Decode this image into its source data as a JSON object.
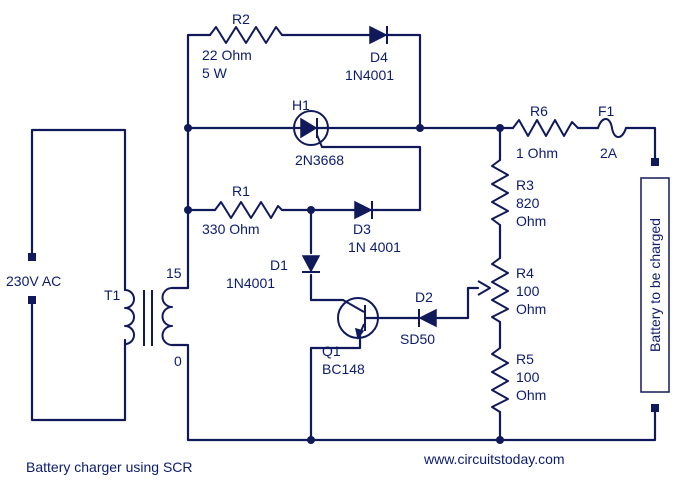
{
  "footer": {
    "caption": "Battery charger using SCR",
    "website": "www.circuitstoday.com"
  },
  "supply": {
    "label": "230V AC"
  },
  "battery": {
    "label": "Battery to be charged"
  },
  "transformer": {
    "ref": "T1",
    "tap_high": "15",
    "tap_low": "0"
  },
  "components": {
    "r2": {
      "ref": "R2",
      "value": "22 Ohm",
      "rating": "5 W"
    },
    "d4": {
      "ref": "D4",
      "part": "1N4001"
    },
    "h1": {
      "ref": "H1",
      "part": "2N3668"
    },
    "r6": {
      "ref": "R6",
      "value": "1 Ohm"
    },
    "f1": {
      "ref": "F1",
      "value": "2A"
    },
    "r1": {
      "ref": "R1",
      "value": "330 Ohm"
    },
    "d3": {
      "ref": "D3",
      "part": "1N 4001"
    },
    "r3": {
      "ref": "R3",
      "value": "820",
      "unit": "Ohm"
    },
    "d1": {
      "ref": "D1",
      "part": "1N4001"
    },
    "r4": {
      "ref": "R4",
      "value": "100",
      "unit": "Ohm"
    },
    "d2": {
      "ref": "D2",
      "part": "SD50"
    },
    "q1": {
      "ref": "Q1",
      "part": "BC148"
    },
    "r5": {
      "ref": "R5",
      "value": "100",
      "unit": "Ohm"
    }
  }
}
